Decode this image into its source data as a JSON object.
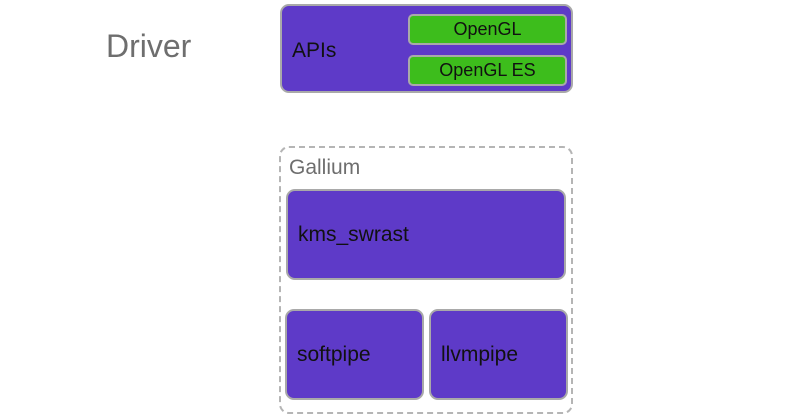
{
  "driver": {
    "label": "Driver"
  },
  "apis": {
    "label": "APIs",
    "items": [
      {
        "label": "OpenGL"
      },
      {
        "label": "OpenGL ES"
      }
    ]
  },
  "gallium": {
    "label": "Gallium",
    "winsys": {
      "label": "kms_swrast"
    },
    "drivers": [
      {
        "label": "softpipe"
      },
      {
        "label": "llvmpipe"
      }
    ]
  },
  "colors": {
    "block_fill": "#5e3ac8",
    "api_fill": "#3dbd1c",
    "border": "#a9a9a9",
    "label_gray": "#6e6e6e"
  }
}
